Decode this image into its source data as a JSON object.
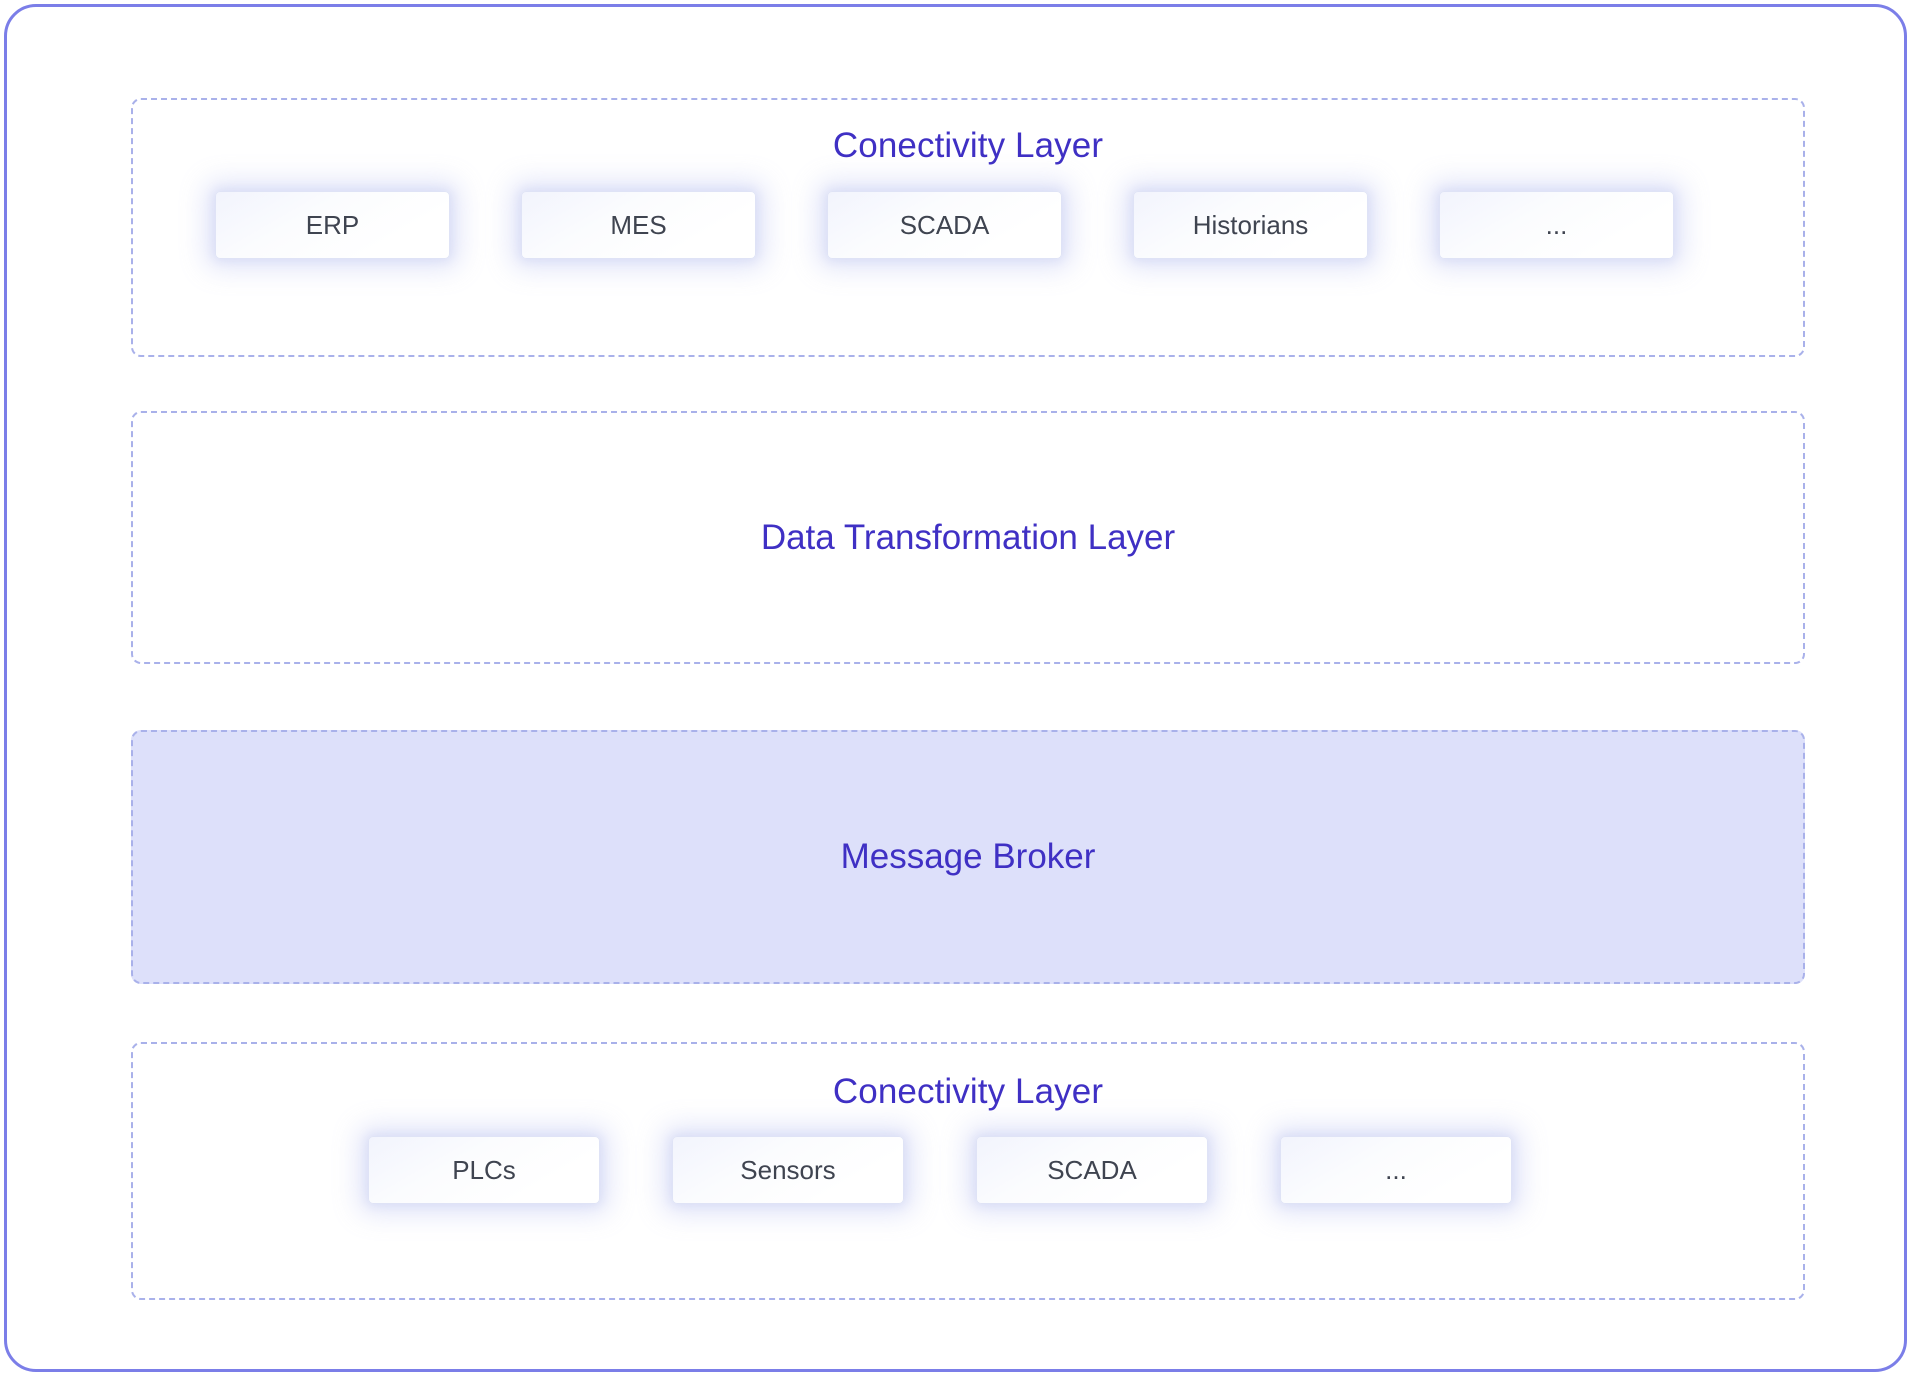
{
  "diagram": {
    "type": "layered-architecture",
    "frame": {
      "border_color": "#7b7ee8",
      "background": "#ffffff"
    },
    "palette": {
      "frame_border": "#7b7ee8",
      "section_dashed_border": "#a9b1ea",
      "title_text": "#3f30c4",
      "node_text": "#3f4450",
      "node_border": "#dfe3f6",
      "message_broker_fill": "#dde0fa",
      "node_glow": "#a0aaeb"
    },
    "layers": [
      {
        "id": "connectivity-top",
        "title": "Conectivity Layer",
        "filled": false,
        "nodes": [
          {
            "label": "ERP"
          },
          {
            "label": "MES"
          },
          {
            "label": "SCADA"
          },
          {
            "label": "Historians"
          },
          {
            "label": "..."
          }
        ]
      },
      {
        "id": "data-transformation",
        "title": "Data Transformation Layer",
        "filled": false,
        "nodes": []
      },
      {
        "id": "message-broker",
        "title": "Message Broker",
        "filled": true,
        "nodes": []
      },
      {
        "id": "connectivity-bottom",
        "title": "Conectivity Layer",
        "filled": false,
        "nodes": [
          {
            "label": "PLCs"
          },
          {
            "label": "Sensors"
          },
          {
            "label": "SCADA"
          },
          {
            "label": "..."
          }
        ]
      }
    ]
  }
}
